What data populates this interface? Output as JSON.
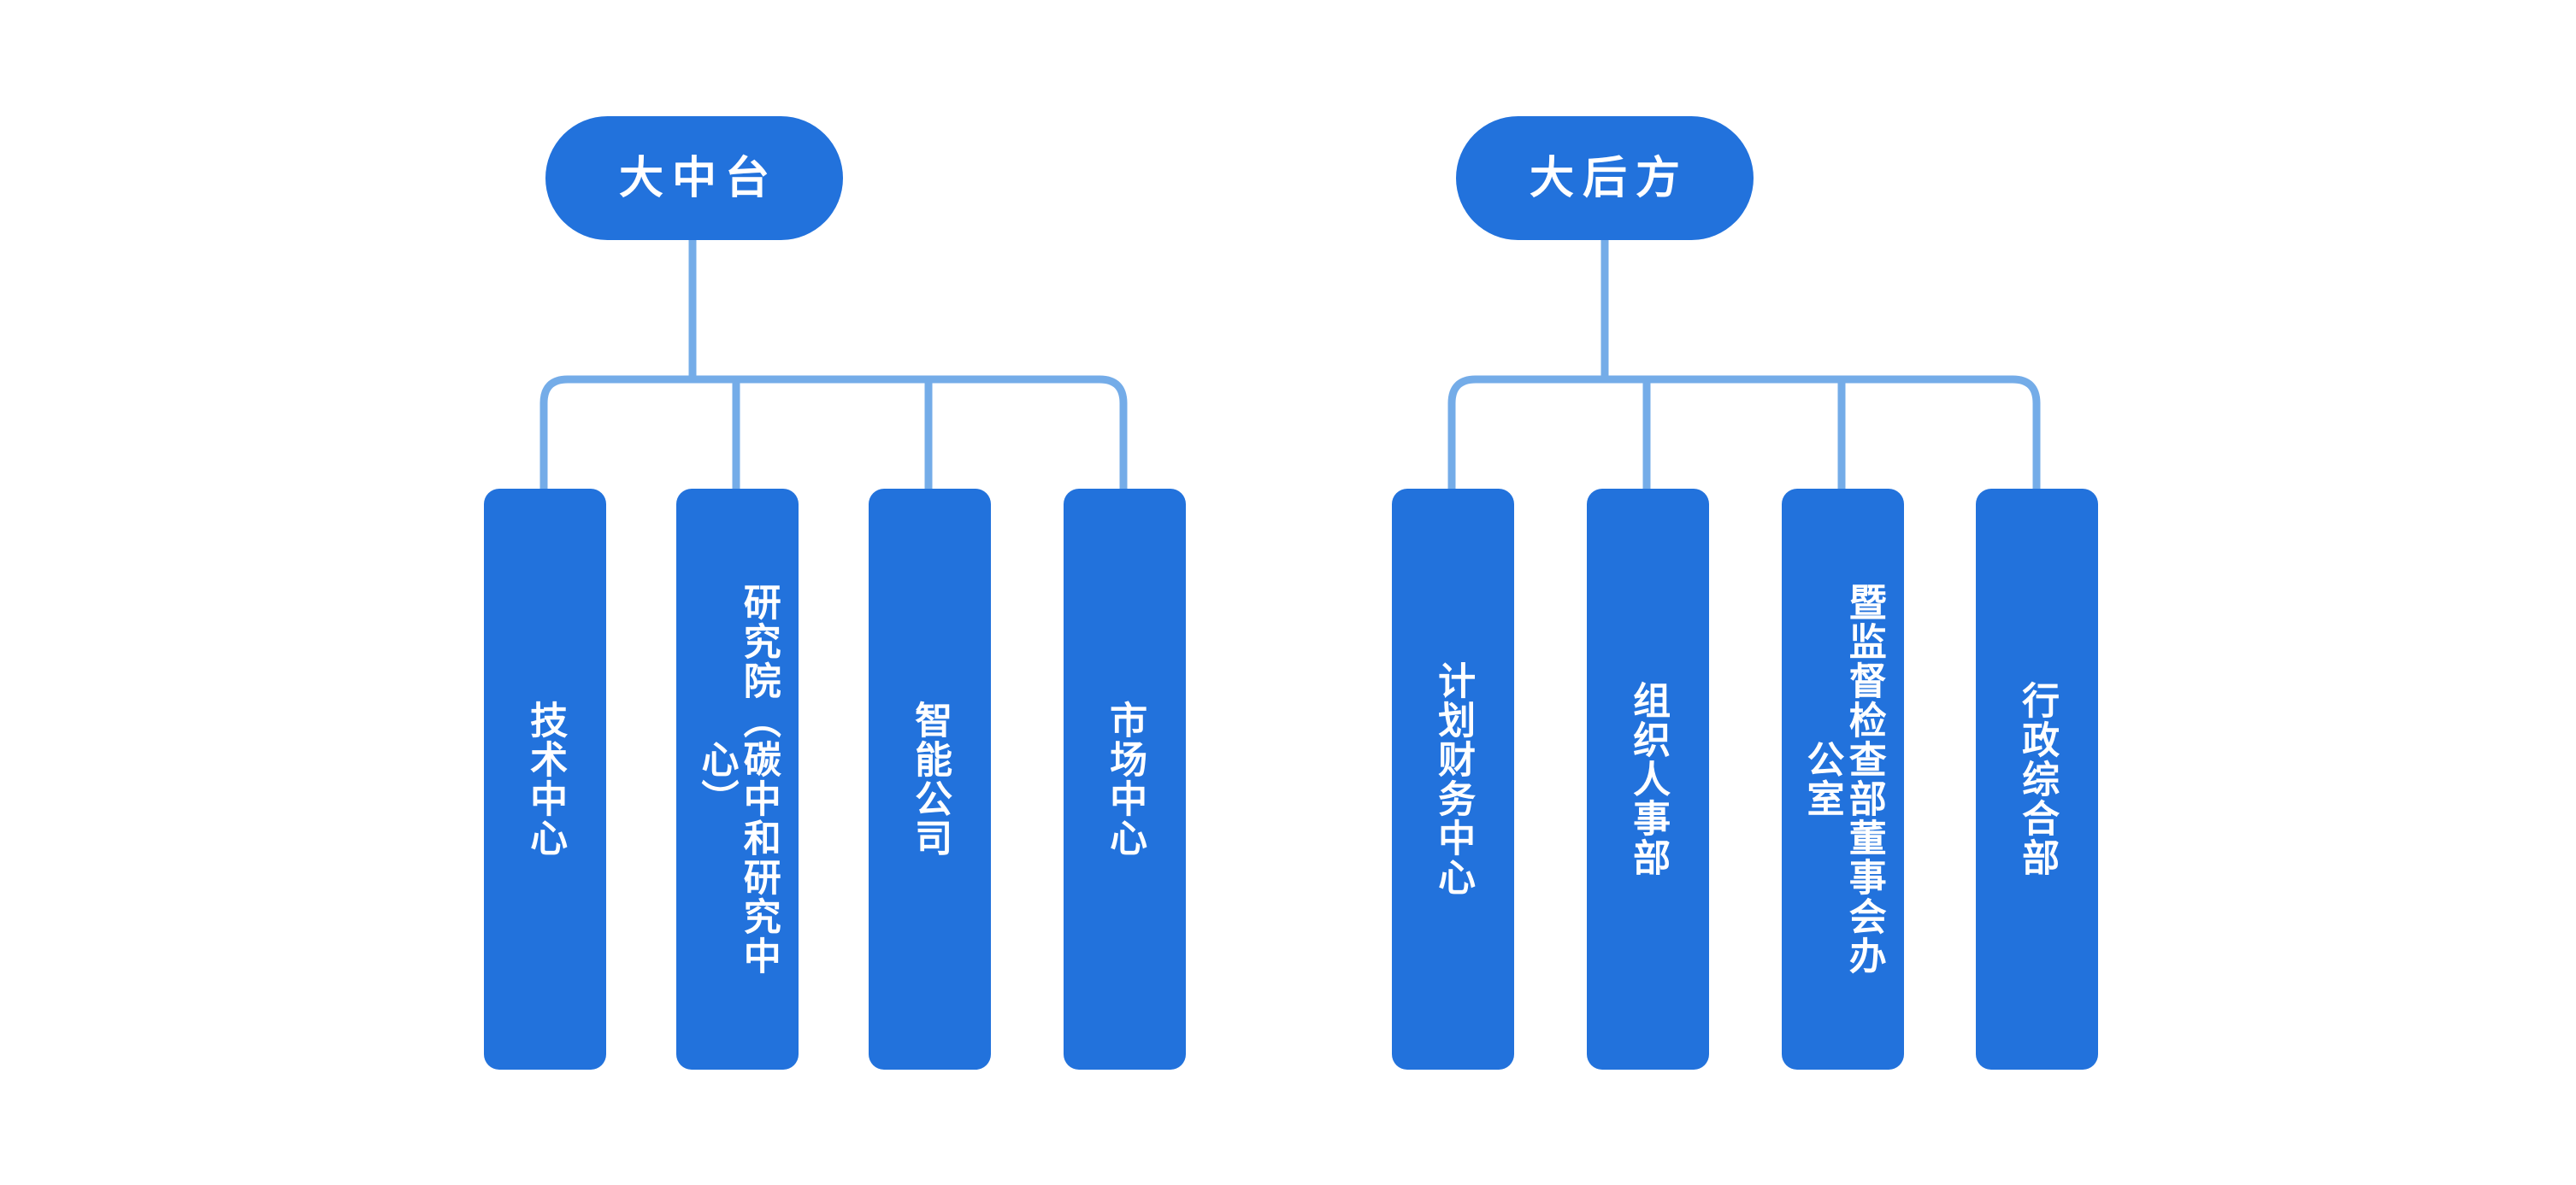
{
  "diagram": {
    "title_hidden": "",
    "colors": {
      "node_fill": "#2272DC",
      "connector": "#74ACE8",
      "node_text": "#FFFFFF",
      "background": "#FFFFFF"
    },
    "groups": [
      {
        "id": "zhong-tai",
        "root_label": "大中台",
        "children": [
          {
            "id": "jishu-zhongxin",
            "label": "技术中心"
          },
          {
            "id": "yanjiuyuan",
            "label": "研究院（碳中和研究中心）"
          },
          {
            "id": "zhineng-gongsi",
            "label": "智能公司"
          },
          {
            "id": "shichang-zhongxin",
            "label": "市场中心"
          }
        ]
      },
      {
        "id": "hou-fang",
        "root_label": "大后方",
        "children": [
          {
            "id": "jihua-caiwu",
            "label": "计划财务中心"
          },
          {
            "id": "zuzhi-renshi",
            "label": "组织人事部"
          },
          {
            "id": "jiandu-jiancha",
            "label": "暨监督检查部董事会办公室"
          },
          {
            "id": "xingzheng-zonghe",
            "label": "行政综合部"
          }
        ]
      }
    ]
  },
  "chart_data": {
    "type": "diagram",
    "subtype": "organization-tree",
    "orientation": "top-down",
    "trees": [
      {
        "root": "大中台",
        "children": [
          "技术中心",
          "研究院（碳中和研究中心）",
          "智能公司",
          "市场中心"
        ]
      },
      {
        "root": "大后方",
        "children": [
          "计划财务中心",
          "组织人事部",
          "暨监督检查部董事会办公室",
          "行政综合部"
        ]
      }
    ]
  }
}
